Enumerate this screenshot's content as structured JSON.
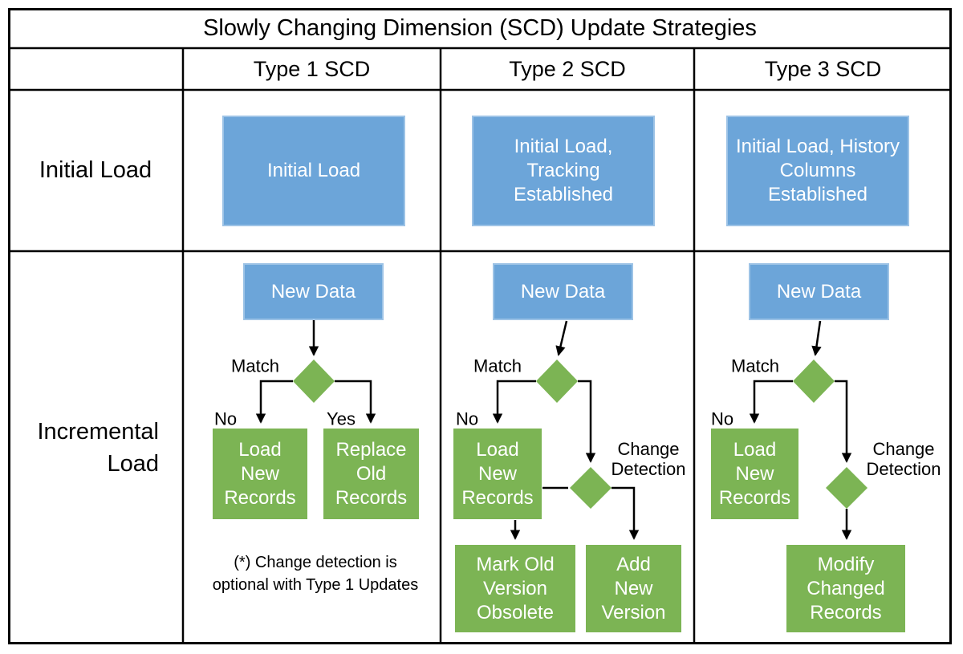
{
  "title": "Slowly Changing Dimension (SCD) Update Strategies",
  "columns": [
    "Type 1 SCD",
    "Type 2 SCD",
    "Type 3 SCD"
  ],
  "rows": {
    "initial": "Initial Load",
    "incremental": "Incremental\nLoad"
  },
  "colors": {
    "blue": "#6CA5D9",
    "blue_border": "#9DC3E6",
    "green": "#7CB454",
    "line": "#000000",
    "ink": "#000000"
  },
  "t1": {
    "initial_box": "Initial Load",
    "new_data": "New Data",
    "match_label": "Match",
    "no_label": "No",
    "yes_label": "Yes",
    "load_new": "Load\nNew\nRecords",
    "replace_old": "Replace\nOld\nRecords",
    "note": "(*) Change detection is\noptional with\nType 1 Updates"
  },
  "t2": {
    "initial_box": "Initial Load,\nTracking\nEstablished",
    "new_data": "New Data",
    "match_label": "Match",
    "no_label": "No",
    "change_detection_label": "Change\nDetection",
    "load_new": "Load\nNew\nRecords",
    "mark_old": "Mark Old\nVersion\nObsolete",
    "add_new": "Add\nNew\nVersion"
  },
  "t3": {
    "initial_box": "Initial Load, History\nColumns\nEstablished",
    "new_data": "New Data",
    "match_label": "Match",
    "no_label": "No",
    "change_detection_label": "Change\nDetection",
    "load_new": "Load\nNew\nRecords",
    "modify": "Modify\nChanged\nRecords"
  }
}
